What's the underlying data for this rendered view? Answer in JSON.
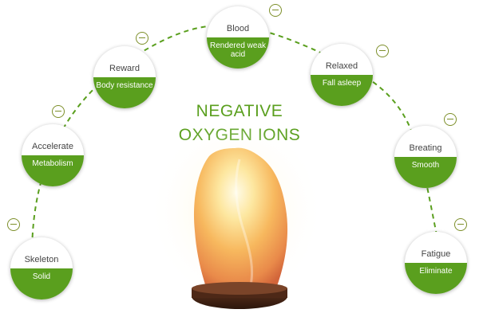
{
  "title": {
    "line1": "NEGATIVE",
    "line2": "OXYGEN IONS"
  },
  "nodes": [
    {
      "label": "Skeleton",
      "value": "Solid"
    },
    {
      "label": "Accelerate",
      "value": "Metabolism"
    },
    {
      "label": "Reward",
      "value": "Body resistance"
    },
    {
      "label": "Blood",
      "value": "Rendered weak acid"
    },
    {
      "label": "Relaxed",
      "value": "Fall asleep"
    },
    {
      "label": "Breating",
      "value": "Smooth"
    },
    {
      "label": "Fatigue",
      "value": "Eliminate"
    }
  ],
  "icons": {
    "marker": "minus-circle-icon"
  },
  "colors": {
    "accent": "#5a9f1e",
    "marker": "#7d8f2a"
  }
}
